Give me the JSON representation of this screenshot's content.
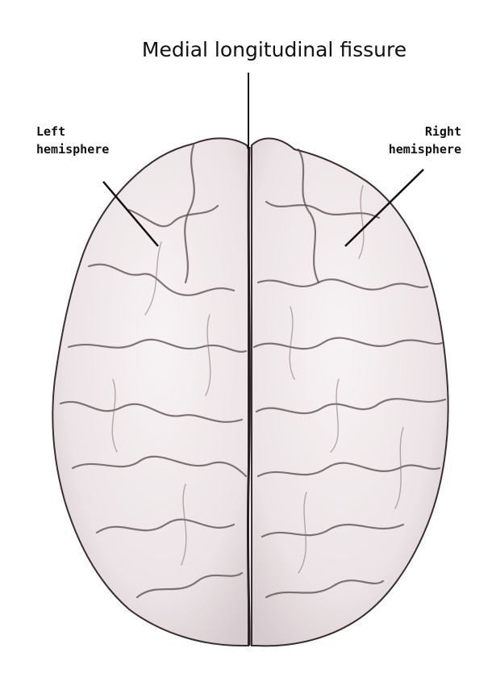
{
  "labels": {
    "title": "Medial longitudinal fissure",
    "left_line1": "Left",
    "left_line2": "hemisphere",
    "right_line1": "Right",
    "right_line2": "hemisphere"
  },
  "colors": {
    "brain_fill": "#f2eced",
    "brain_shade": "#d9cfd1",
    "outline": "#3a2e31"
  }
}
